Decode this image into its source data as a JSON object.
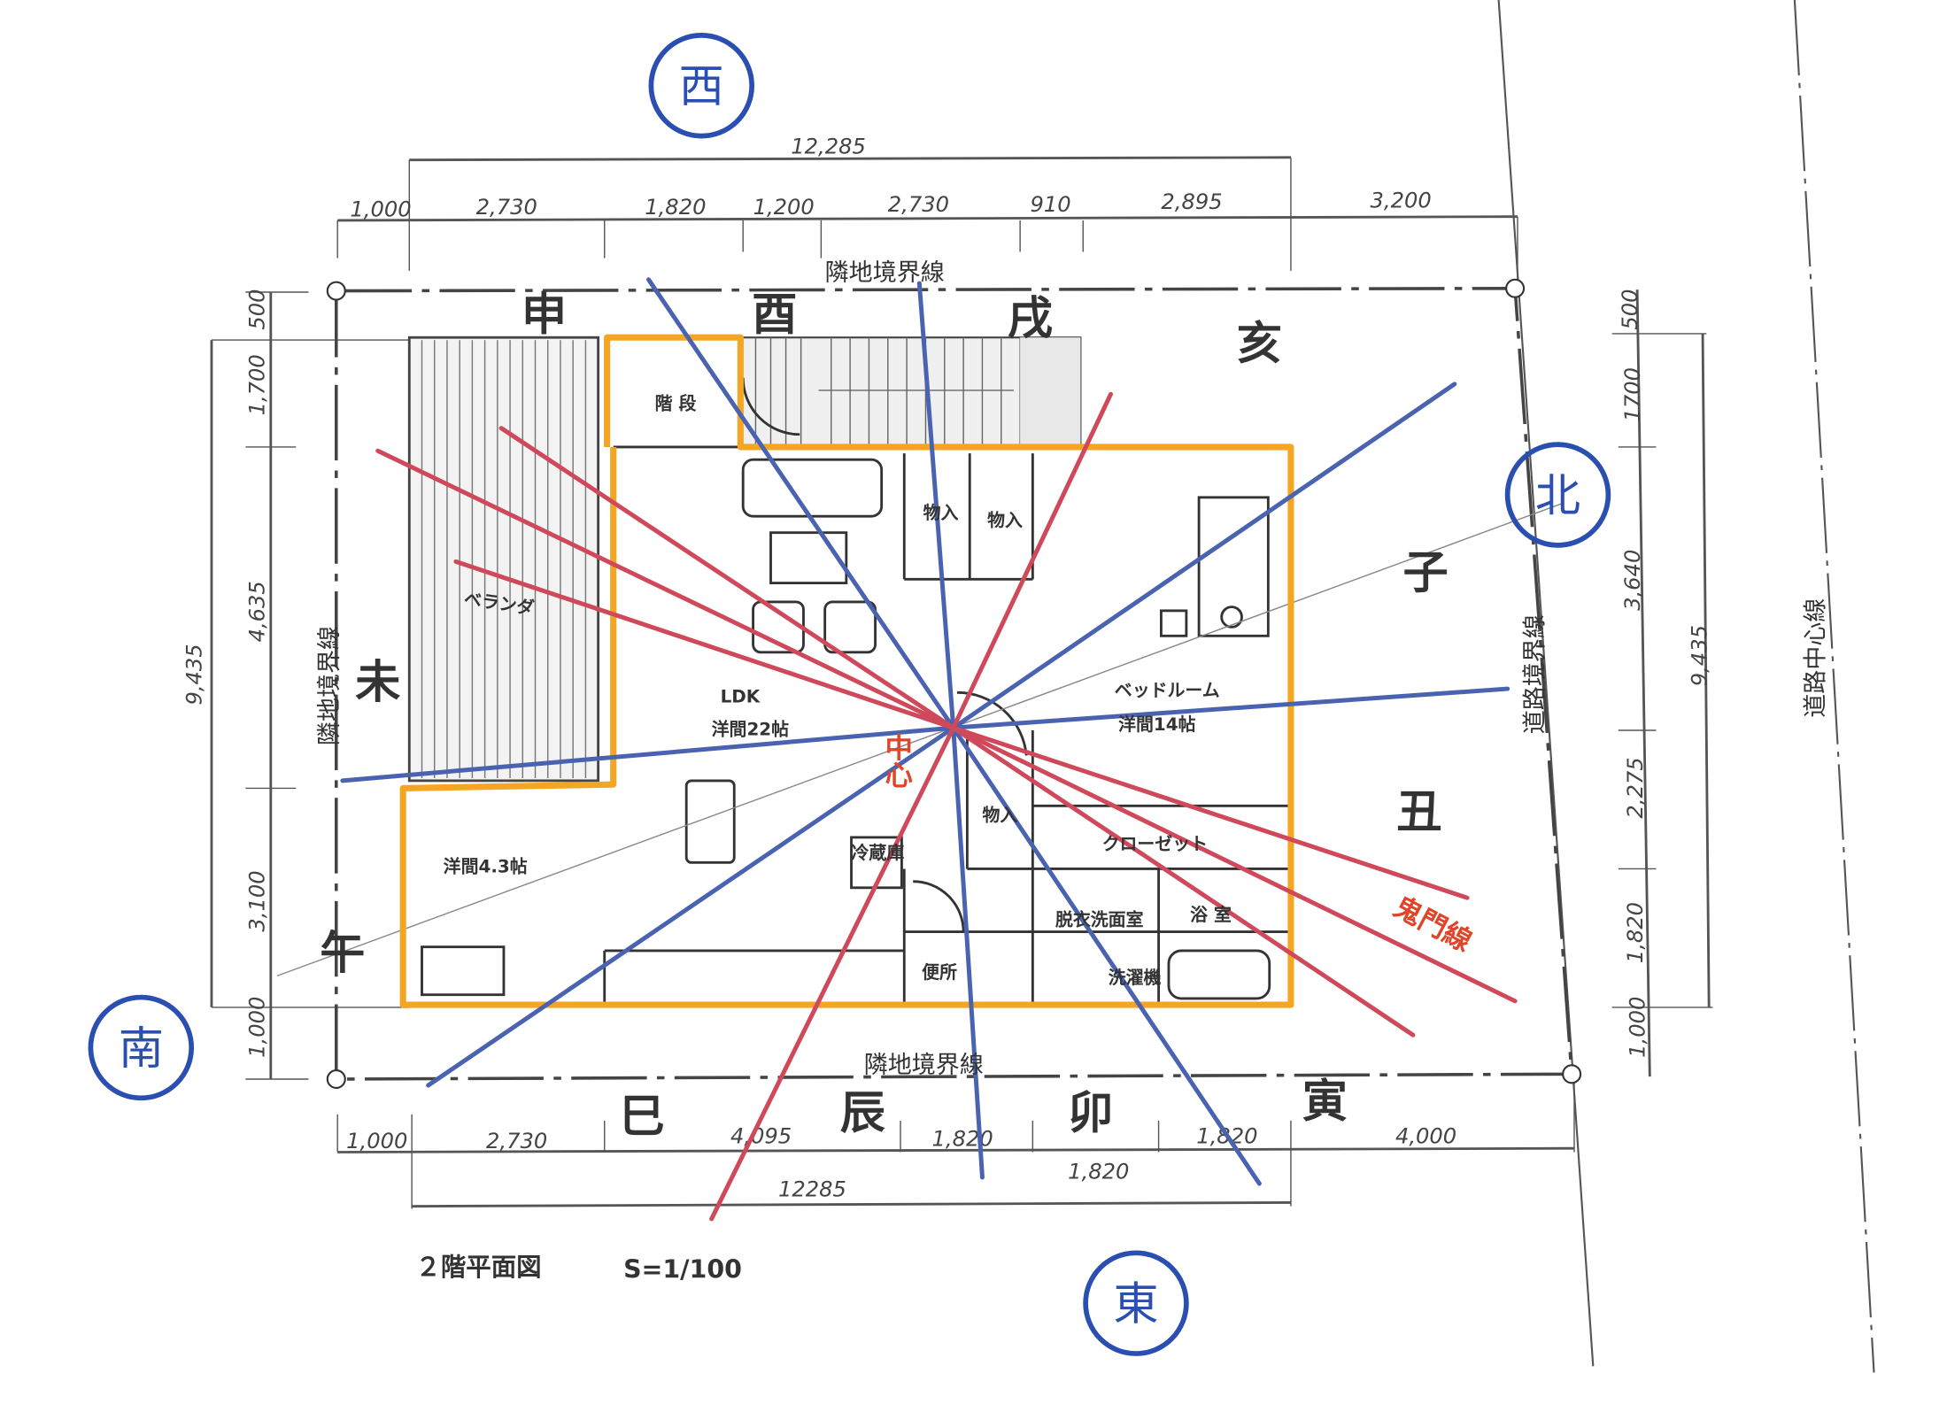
{
  "title": "２階平面図",
  "scale": "S=1/100",
  "directions": {
    "west": "西",
    "north": "北",
    "south": "南",
    "east": "東"
  },
  "zodiac": {
    "shen": "申",
    "you": "酉",
    "xu": "戌",
    "hai": "亥",
    "zi": "子",
    "chou": "丑",
    "yin": "寅",
    "mao": "卯",
    "chen": "辰",
    "si": "巳",
    "wu": "午",
    "wei": "未"
  },
  "boundaries": {
    "top": "隣地境界線",
    "bottom": "隣地境界線",
    "left": "隣地境界線",
    "road_boundary": "道路境界線",
    "road_center": "道路中心線"
  },
  "rooms": {
    "ldk": "LDK",
    "ldk_size": "洋間22帖",
    "bedroom": "ベッドルーム",
    "bedroom_size": "洋間14帖",
    "western_room": "洋間4.3帖",
    "veranda": "ベランダ",
    "stairs": "階 段",
    "storage1": "物入",
    "storage2": "物入",
    "storage3": "物入",
    "closet": "クローゼット",
    "fridge": "冷蔵庫",
    "toilet": "便所",
    "washroom": "脱衣洗面室",
    "bath": "浴 室",
    "washer": "洗濯機"
  },
  "center_label": "中心",
  "kimon_label": "鬼門線",
  "dimensions": {
    "top_total": "12,285",
    "top": [
      "1,000",
      "2,730",
      "1,820",
      "1,200",
      "2,730",
      "910",
      "2,895",
      "3,200"
    ],
    "bottom": [
      "1,000",
      "2,730",
      "4,095",
      "1,820",
      "1,820",
      "1,820",
      "4,000"
    ],
    "bottom_total": "12285",
    "left_total": "9,435",
    "left": [
      "500",
      "1,700",
      "4,635",
      "3,100",
      "1,000"
    ],
    "right_total": "9,435",
    "right": [
      "500",
      "1700",
      "3,640",
      "2,275",
      "1,820",
      "1,000"
    ]
  },
  "colors": {
    "blue_lines": "#4a63b0",
    "red_lines": "#d0495a",
    "outline": "#f5a524",
    "stamp": "#2a4fb0",
    "center_text": "#e0452a"
  }
}
